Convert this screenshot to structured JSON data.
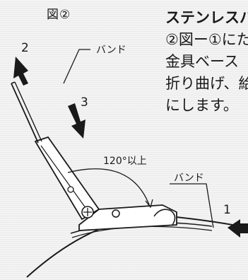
{
  "figure": {
    "title": "図②"
  },
  "instructions": {
    "lines": [
      "ステンレスバ",
      "②図ー①にた",
      "金具ベース",
      "折り曲げ、給",
      "にします。"
    ]
  },
  "diagram": {
    "band_label_top": "バンド",
    "band_label_right": "バンド",
    "angle_label": "120°以上",
    "step_1": "1",
    "step_2": "2",
    "step_3": "3"
  }
}
